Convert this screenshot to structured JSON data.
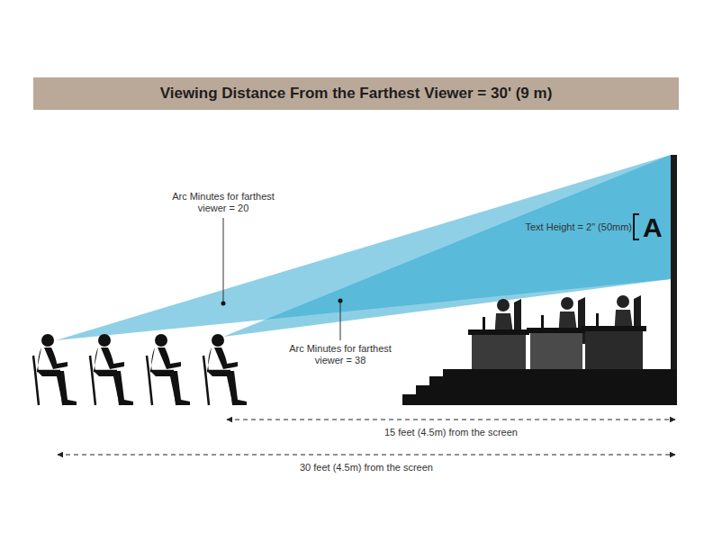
{
  "diagram": {
    "title": "Viewing Distance From the Farthest Viewer = 30' (9 m)",
    "labels": [
      "Arc Minutes for farthest viewer = 20",
      "Text Height = 2\" (50mm)",
      "A",
      "Arc Minutes for farthest viewer = 38",
      "15 feet (4.5m) from the screen",
      "30 feet (4.5m) from the screen"
    ]
  }
}
